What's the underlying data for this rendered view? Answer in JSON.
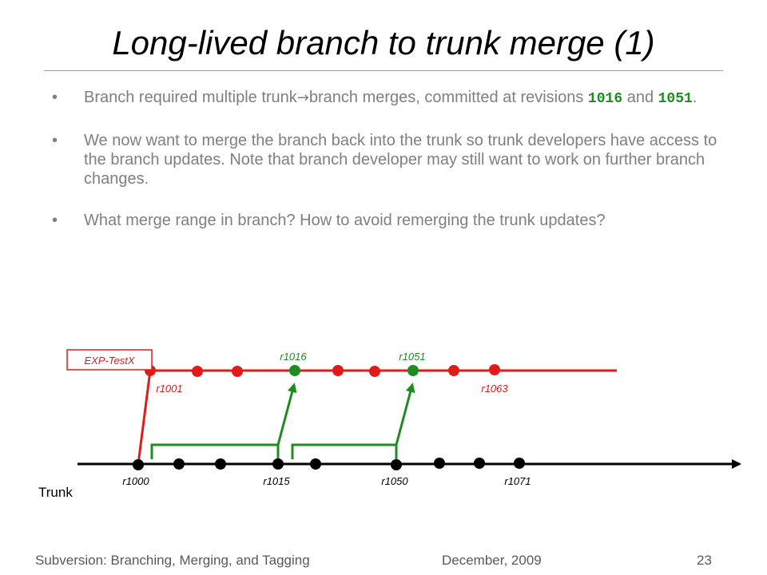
{
  "slide": {
    "title": "Long-lived branch to trunk merge (1)",
    "bullets": [
      {
        "marker": "•",
        "before": "Branch required multiple trunk",
        "arrow": "→",
        "after": "branch merges, committed at revisions ",
        "rev1": "1016",
        "and": " and ",
        "rev2": "1051",
        "end": "."
      },
      {
        "marker": "•",
        "text": "We now want to merge the branch back into the trunk so trunk developers have access to the branch updates. Note that branch developer may still want to work on further branch changes."
      },
      {
        "marker": "•",
        "text": "What merge range in branch? How to avoid remerging the trunk updates?"
      }
    ]
  },
  "diagram": {
    "branch_name": "EXP-TestX",
    "trunk_name": "Trunk",
    "labels": {
      "r1016": "r1016",
      "r1051": "r1051",
      "r1001": "r1001",
      "r1063": "r1063",
      "r1000": "r1000",
      "r1015": "r1015",
      "r1050": "r1050",
      "r1071": "r1071"
    },
    "colors": {
      "branch": "#e21a1a",
      "trunk": "#000000",
      "merge": "#1e8c1e"
    }
  },
  "footer": {
    "left": "Subversion: Branching, Merging, and Tagging",
    "center": "December, 2009",
    "page": "23"
  }
}
